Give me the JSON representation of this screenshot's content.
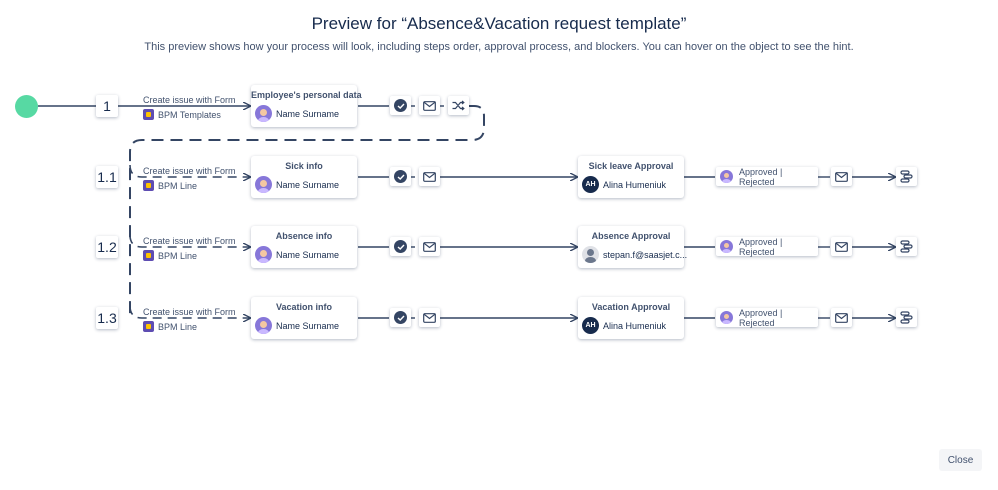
{
  "header": {
    "title": "Preview for “Absence&Vacation request template”",
    "subtitle": "This preview shows how your process will look, including steps order, approval process, and blockers. You can hover on the object to see the hint."
  },
  "steps": [
    {
      "number": "1",
      "action": "Create issue with Form",
      "source": "BPM Templates",
      "card_title": "Employee's personal data",
      "assignee": "Name Surname"
    },
    {
      "number": "1.1",
      "action": "Create issue with Form",
      "source": "BPM Line",
      "card_title": "Sick info",
      "assignee": "Name Surname",
      "approval_title": "Sick leave Approval",
      "approver": "Alina Humeniuk",
      "approver_initials": "AH",
      "status": "Approved | Rejected"
    },
    {
      "number": "1.2",
      "action": "Create issue with Form",
      "source": "BPM Line",
      "card_title": "Absence info",
      "assignee": "Name Surname",
      "approval_title": "Absence Approval",
      "approver": "stepan.f@saasjet.c...",
      "approver_initials": "",
      "status": "Approved | Rejected"
    },
    {
      "number": "1.3",
      "action": "Create issue with Form",
      "source": "BPM Line",
      "card_title": "Vacation info",
      "assignee": "Name Surname",
      "approval_title": "Vacation Approval",
      "approver": "Alina Humeniuk",
      "approver_initials": "AH",
      "status": "Approved | Rejected"
    }
  ],
  "footer": {
    "close_label": "Close"
  },
  "colors": {
    "start": "#57d9a3",
    "line": "#344563",
    "text": "#172b4d",
    "muted": "#42526e"
  }
}
